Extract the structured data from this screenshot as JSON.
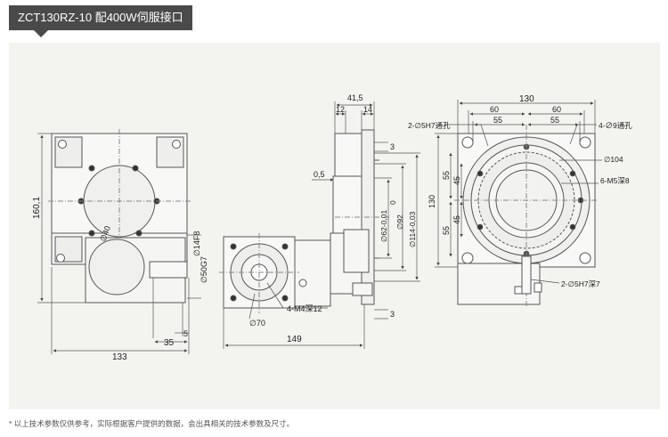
{
  "header": {
    "title": "ZCT130RZ-10 配400W伺服接口"
  },
  "colors": {
    "tab": "#4a4a4a",
    "panel": "#f3f3f0",
    "line": "#444444",
    "dim": "#555555"
  },
  "dims": {
    "front": {
      "d160_1": "160,1",
      "d133": "133",
      "d35": "35",
      "d5": "5",
      "d14F8": "∅14F8",
      "d50G7": "∅50G7",
      "d40": "∅40"
    },
    "motor": {
      "d149": "149",
      "d70": "∅70",
      "d4M4": "4-M4深12"
    },
    "side": {
      "d41_5": "41,5",
      "d12": "12",
      "d14": "14",
      "d0_5": "0,5",
      "d3a": "3",
      "d3b": "3",
      "d62": "∅62-0,01",
      "d0": "0",
      "d92": "∅92",
      "d114": "∅114-0,03",
      "d130v": "130"
    },
    "top": {
      "d130": "130",
      "d60a": "60",
      "d60b": "60",
      "d55a": "55",
      "d55b": "55",
      "d2hole": "2-∅5H7通孔",
      "d4hole": "4-∅9通孔",
      "d104": "∅104",
      "d6M5": "6-M5深8",
      "d55c": "55",
      "d45a": "45",
      "d45b": "45",
      "d55d": "55",
      "d2pin": "2-∅5H7深7"
    }
  },
  "footnote": "* 以上技术参数仅供参考，实际根据客户提供的数据，会出具相关的技术参数及尺寸。"
}
